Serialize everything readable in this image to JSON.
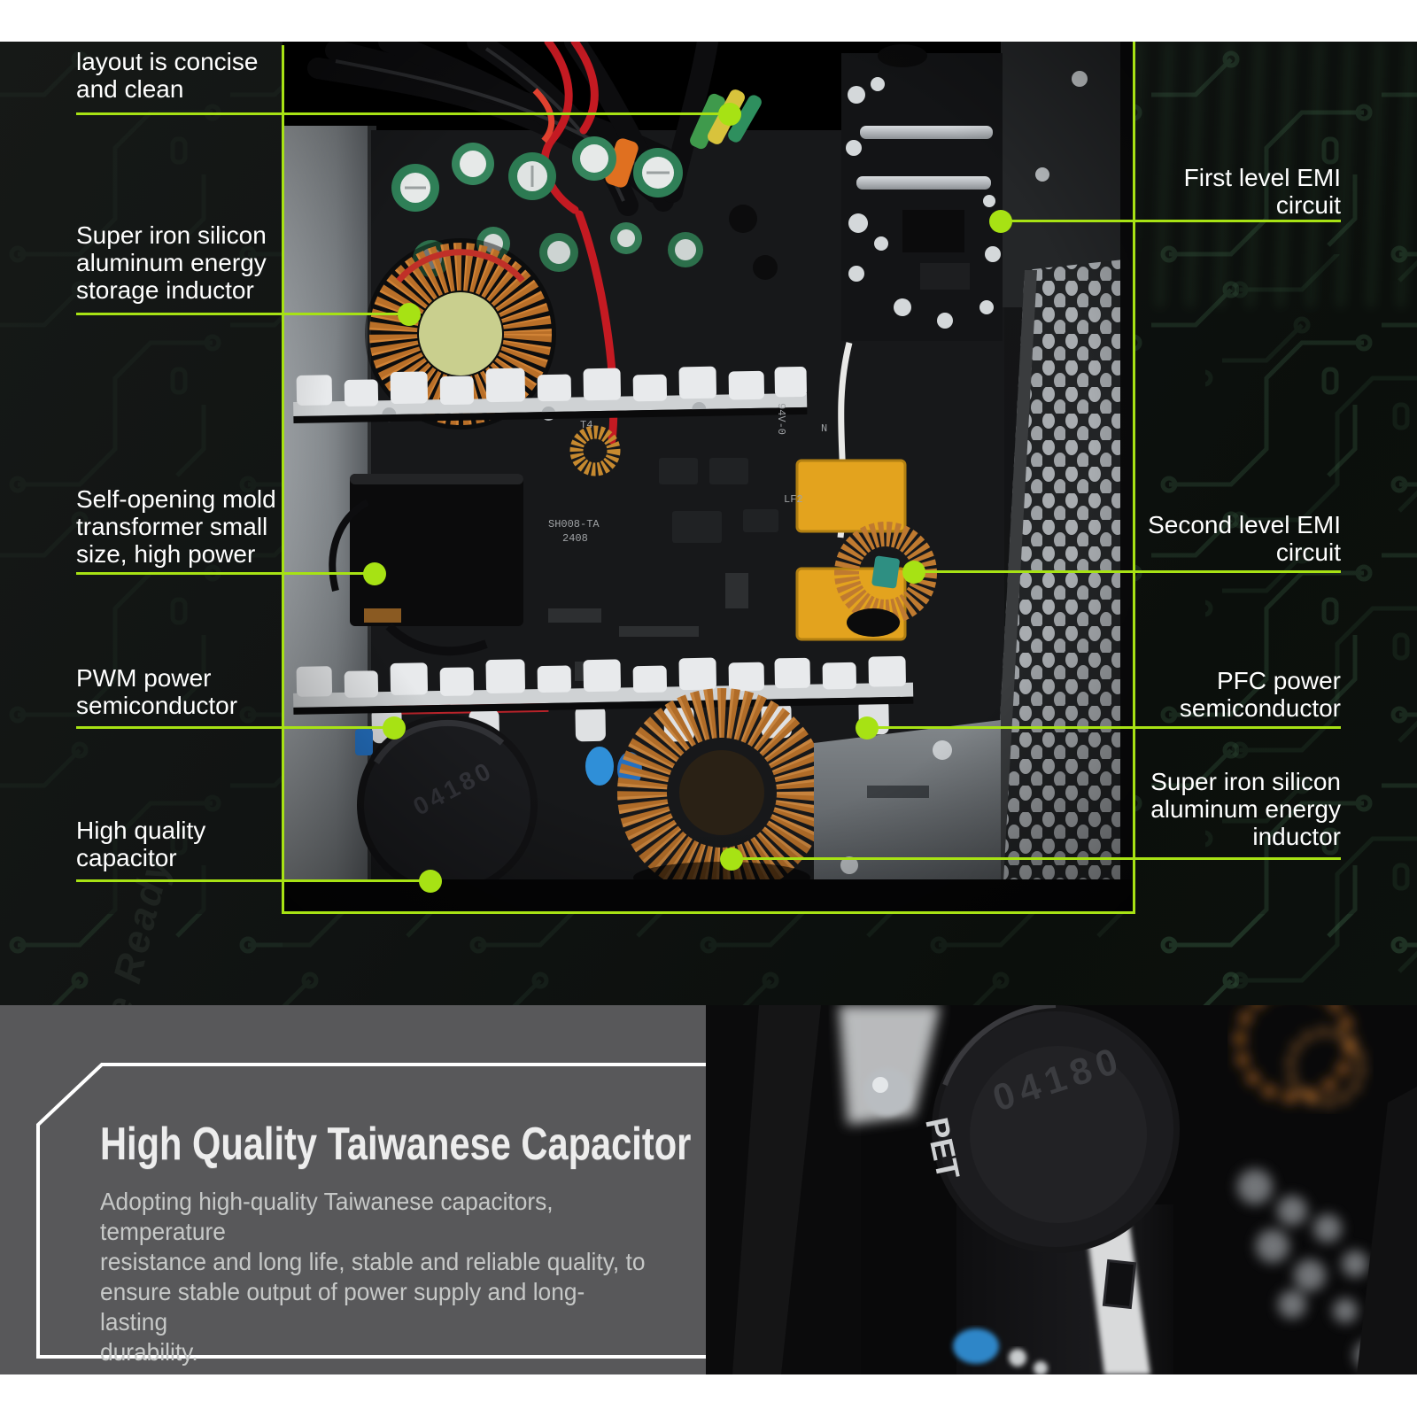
{
  "colors": {
    "accent": "#a7e214",
    "panel_bg": "#58585a",
    "panel_border": "#ffffff",
    "label_text": "#ffffff",
    "panel_title_color": "#ededed",
    "panel_body_color": "#c6c8c7"
  },
  "annotations": {
    "left": [
      {
        "lines": [
          "layout is concise",
          "and clean"
        ]
      },
      {
        "lines": [
          "Super iron silicon",
          "aluminum energy",
          "storage inductor"
        ]
      },
      {
        "lines": [
          "Self-opening mold",
          "transformer small",
          "size, high power"
        ]
      },
      {
        "lines": [
          "PWM power",
          "semiconductor"
        ]
      },
      {
        "lines": [
          "High quality",
          "capacitor"
        ]
      }
    ],
    "right": [
      {
        "lines": [
          "First level EMI",
          "circuit"
        ]
      },
      {
        "lines": [
          "Second level EMI",
          "circuit"
        ]
      },
      {
        "lines": [
          "PFC power",
          "semiconductor"
        ]
      },
      {
        "lines": [
          "Super iron silicon",
          "aluminum energy",
          "inductor"
        ]
      }
    ]
  },
  "panel": {
    "title": "High Quality Taiwanese Capacitor",
    "body_lines": [
      "Adopting high-quality Taiwanese capacitors, temperature",
      "resistance and long life, stable and reliable quality, to",
      "ensure stable output of power supply and long-lasting",
      "durability."
    ]
  },
  "photo": {
    "watermark": "Future Ready",
    "capacitor_code": "04180",
    "capacitor_material": "PET",
    "board_labels": [
      "SH008-TA",
      "2408",
      "T4",
      "LF2",
      "N",
      "94V-0"
    ]
  }
}
